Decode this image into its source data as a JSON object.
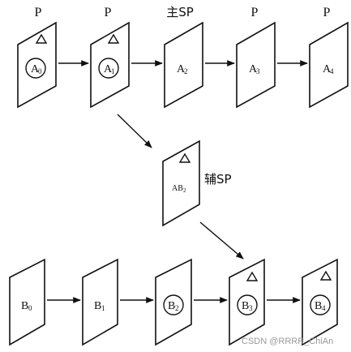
{
  "top_row": {
    "labels": [
      "P",
      "P",
      "主SP",
      "P",
      "P"
    ],
    "frames": [
      {
        "main": "A",
        "sub": "0"
      },
      {
        "main": "A",
        "sub": "1"
      },
      {
        "main": "A",
        "sub": "2"
      },
      {
        "main": "A",
        "sub": "3"
      },
      {
        "main": "A",
        "sub": "4"
      }
    ]
  },
  "aux_frame": {
    "main": "AB",
    "sub": "2",
    "label": "辅SP"
  },
  "bottom_row": {
    "frames": [
      {
        "main": "B",
        "sub": "0"
      },
      {
        "main": "B",
        "sub": "1"
      },
      {
        "main": "B",
        "sub": "2"
      },
      {
        "main": "B",
        "sub": "3"
      },
      {
        "main": "B",
        "sub": "4"
      }
    ]
  },
  "watermark": "CSDN @RRRR_ChiAn"
}
